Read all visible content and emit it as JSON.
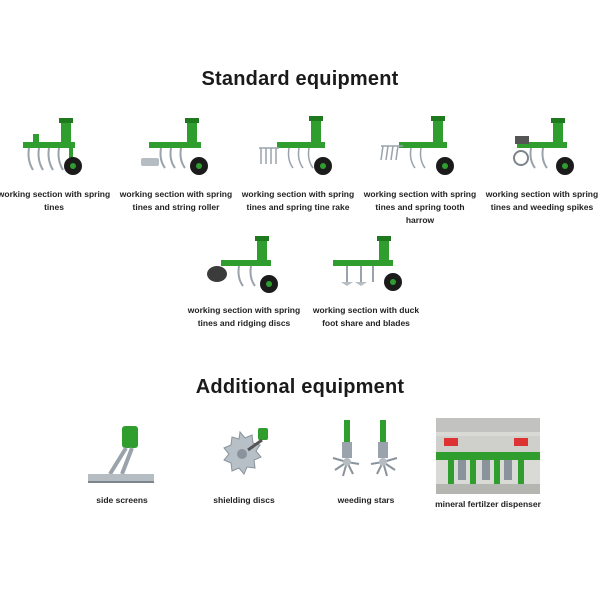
{
  "sections": {
    "standard": {
      "title": "Standard equipment",
      "items": [
        {
          "caption": "working section with spring tines",
          "icon": "spring-tine-section-icon"
        },
        {
          "caption": "working section with spring tines and string roller",
          "icon": "string-roller-section-icon"
        },
        {
          "caption": "working section with spring tines and spring tine rake",
          "icon": "tine-rake-section-icon"
        },
        {
          "caption": "working section with spring tines and spring tooth harrow",
          "icon": "tooth-harrow-section-icon"
        },
        {
          "caption": "working section with spring tines and weeding spikes",
          "icon": "weeding-spikes-section-icon"
        },
        {
          "caption": "working section with spring tines and ridging discs",
          "icon": "ridging-discs-section-icon"
        },
        {
          "caption": "working section with duck foot share and blades",
          "icon": "duck-foot-section-icon"
        }
      ]
    },
    "additional": {
      "title": "Additional equipment",
      "items": [
        {
          "caption": "side screens",
          "icon": "side-screen-icon"
        },
        {
          "caption": "shielding discs",
          "icon": "shielding-disc-icon"
        },
        {
          "caption": "weeding stars",
          "icon": "weeding-star-icon"
        },
        {
          "caption": "mineral fertilzer dispenser",
          "icon": "fertilizer-dispenser-icon"
        }
      ]
    }
  },
  "colors": {
    "machine_green": "#2f9e2f",
    "dark_green": "#1f7a1f",
    "steel": "#9aa3ab",
    "tire": "#1b1b1b"
  }
}
